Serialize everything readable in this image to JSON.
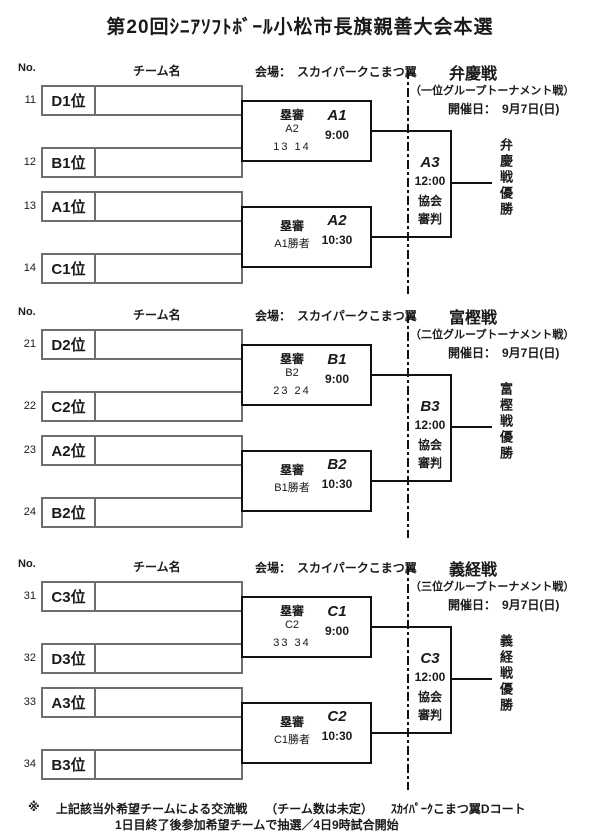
{
  "title": "第20回ｼﾆｱｿﾌﾄﾎﾞｰﾙ小松市長旗親善大会本選",
  "brackets": [
    {
      "col_no": "No.",
      "col_team": "チーム名",
      "venue": "会場：　スカイパークこまつ翼",
      "battle": "弁慶戦",
      "subtitle": "（一位グループトーナメント戦）",
      "date": "開催日：　9月7日(日)",
      "teams": [
        {
          "no": "11",
          "seed": "D1位",
          "name": ""
        },
        {
          "no": "12",
          "seed": "B1位",
          "name": ""
        },
        {
          "no": "13",
          "seed": "A1位",
          "name": ""
        },
        {
          "no": "14",
          "seed": "C1位",
          "name": ""
        }
      ],
      "game1": {
        "umpire_label": "塁審",
        "umpire": "A2",
        "game_numbers": "13 14",
        "code": "A1",
        "time": "9:00"
      },
      "game2": {
        "umpire_label": "塁審",
        "umpire": "A1勝者",
        "code": "A2",
        "time": "10:30"
      },
      "final": {
        "code": "A3",
        "time": "12:00",
        "referee_line1": "協会",
        "referee_line2": "審判"
      },
      "champion_vertical": "弁慶戦優勝"
    },
    {
      "col_no": "No.",
      "col_team": "チーム名",
      "venue": "会場：　スカイパークこまつ翼",
      "battle": "富樫戦",
      "subtitle": "（二位グループトーナメント戦）",
      "date": "開催日：　9月7日(日)",
      "teams": [
        {
          "no": "21",
          "seed": "D2位",
          "name": ""
        },
        {
          "no": "22",
          "seed": "C2位",
          "name": ""
        },
        {
          "no": "23",
          "seed": "A2位",
          "name": ""
        },
        {
          "no": "24",
          "seed": "B2位",
          "name": ""
        }
      ],
      "game1": {
        "umpire_label": "塁審",
        "umpire": "B2",
        "game_numbers": "23 24",
        "code": "B1",
        "time": "9:00"
      },
      "game2": {
        "umpire_label": "塁審",
        "umpire": "B1勝者",
        "code": "B2",
        "time": "10:30"
      },
      "final": {
        "code": "B3",
        "time": "12:00",
        "referee_line1": "協会",
        "referee_line2": "審判"
      },
      "champion_vertical": "富樫戦優勝"
    },
    {
      "col_no": "No.",
      "col_team": "チーム名",
      "venue": "会場：　スカイパークこまつ翼",
      "battle": "義経戦",
      "subtitle": "（三位グループトーナメント戦）",
      "date": "開催日：　9月7日(日)",
      "teams": [
        {
          "no": "31",
          "seed": "C3位",
          "name": ""
        },
        {
          "no": "32",
          "seed": "D3位",
          "name": ""
        },
        {
          "no": "33",
          "seed": "A3位",
          "name": ""
        },
        {
          "no": "34",
          "seed": "B3位",
          "name": ""
        }
      ],
      "game1": {
        "umpire_label": "塁審",
        "umpire": "C2",
        "game_numbers": "33 34",
        "code": "C1",
        "time": "9:00"
      },
      "game2": {
        "umpire_label": "塁審",
        "umpire": "C1勝者",
        "code": "C2",
        "time": "10:30"
      },
      "final": {
        "code": "C3",
        "time": "12:00",
        "referee_line1": "協会",
        "referee_line2": "審判"
      },
      "champion_vertical": "義経戦優勝"
    }
  ],
  "footer": {
    "marker": "※",
    "line1": "上記該当外希望チームによる交流戦　　（チーム数は未定）　　ｽｶｲﾊﾟｰｸこまつ翼Dコート",
    "line2": "1日目終了後参加希望チームで抽選／4日9時試合開始"
  }
}
